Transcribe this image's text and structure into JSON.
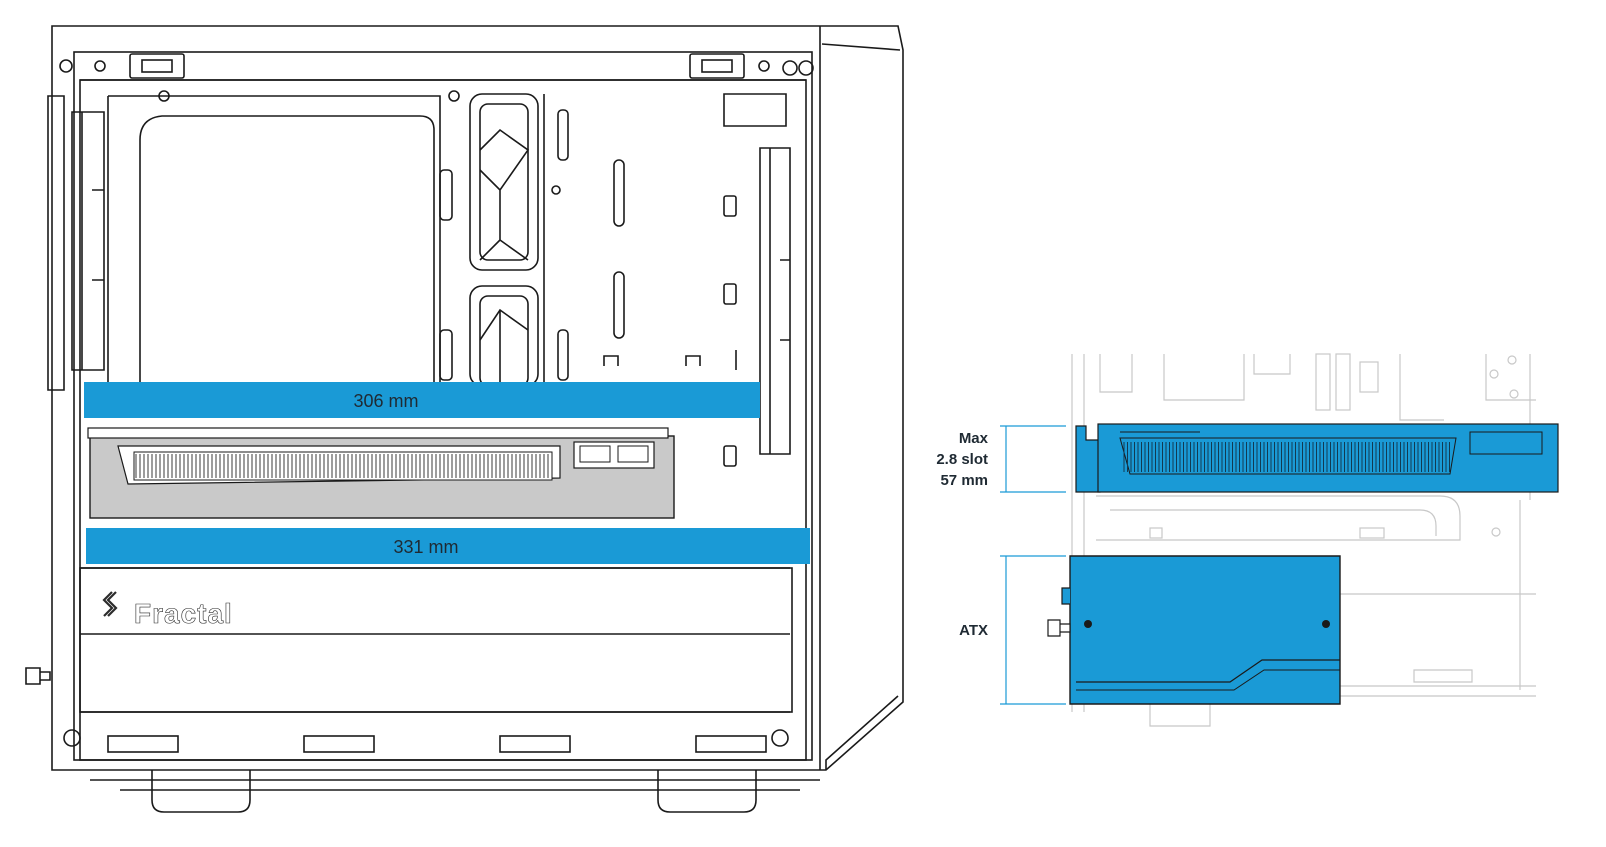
{
  "brand": {
    "name": "Fractal"
  },
  "gpu_clearance": {
    "upper_bar_label": "306 mm",
    "lower_bar_label": "331 mm"
  },
  "side_view": {
    "gpu_label_line1": "Max",
    "gpu_label_line2": "2.8 slot",
    "gpu_label_line3": "57 mm",
    "psu_label": "ATX"
  },
  "colors": {
    "highlight_blue": "#1a9ad6",
    "line": "#1a1a1a",
    "gpu_gray": "#c9c9c9",
    "faint_line": "#c8c8c8"
  }
}
